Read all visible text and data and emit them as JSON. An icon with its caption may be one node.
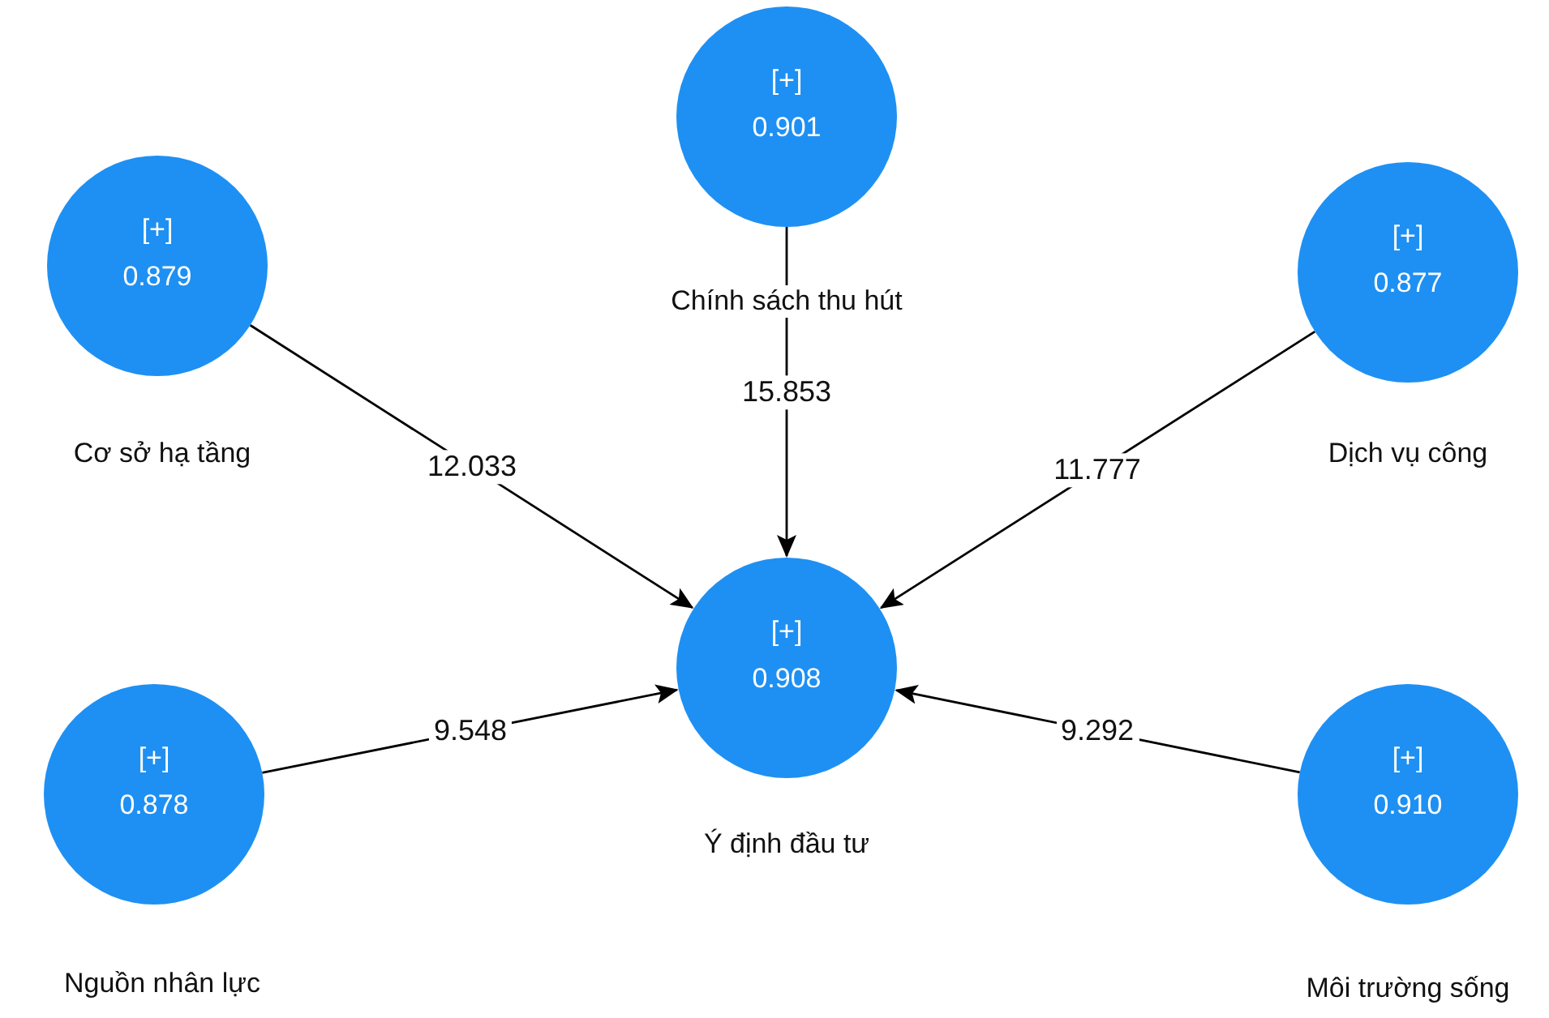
{
  "diagram": {
    "nodes": [
      {
        "text": [
          "[+]",
          "0.901"
        ],
        "beside": [
          "Chính sách thu hút"
        ]
      },
      {
        "text": [
          "[+]",
          "0.879"
        ],
        "beside": [
          "Cơ sở hạ tầng"
        ]
      },
      {
        "text": [
          "[+]",
          "0.877"
        ],
        "beside": [
          "Dịch vụ công"
        ]
      },
      {
        "text": [
          "[+]",
          "0.908"
        ],
        "beside": [
          "Ý định đầu tư"
        ]
      },
      {
        "text": [
          "[+]",
          "0.878"
        ],
        "beside": [
          "Nguồn nhân lực"
        ]
      },
      {
        "text": [
          "[+]",
          "0.910"
        ],
        "beside": [
          "Môi trường sống"
        ]
      }
    ],
    "edges": [
      {
        "from": 1,
        "to": 3,
        "arrow": "to",
        "label": "12.033"
      },
      {
        "from": 0,
        "to": 3,
        "arrow": "to",
        "label": "15.853"
      },
      {
        "from": 2,
        "to": 3,
        "arrow": "to",
        "label": "11.777"
      },
      {
        "from": 4,
        "to": 3,
        "arrow": "to",
        "label": "9.548"
      },
      {
        "from": 5,
        "to": 3,
        "arrow": "to",
        "label": "9.292"
      }
    ]
  }
}
